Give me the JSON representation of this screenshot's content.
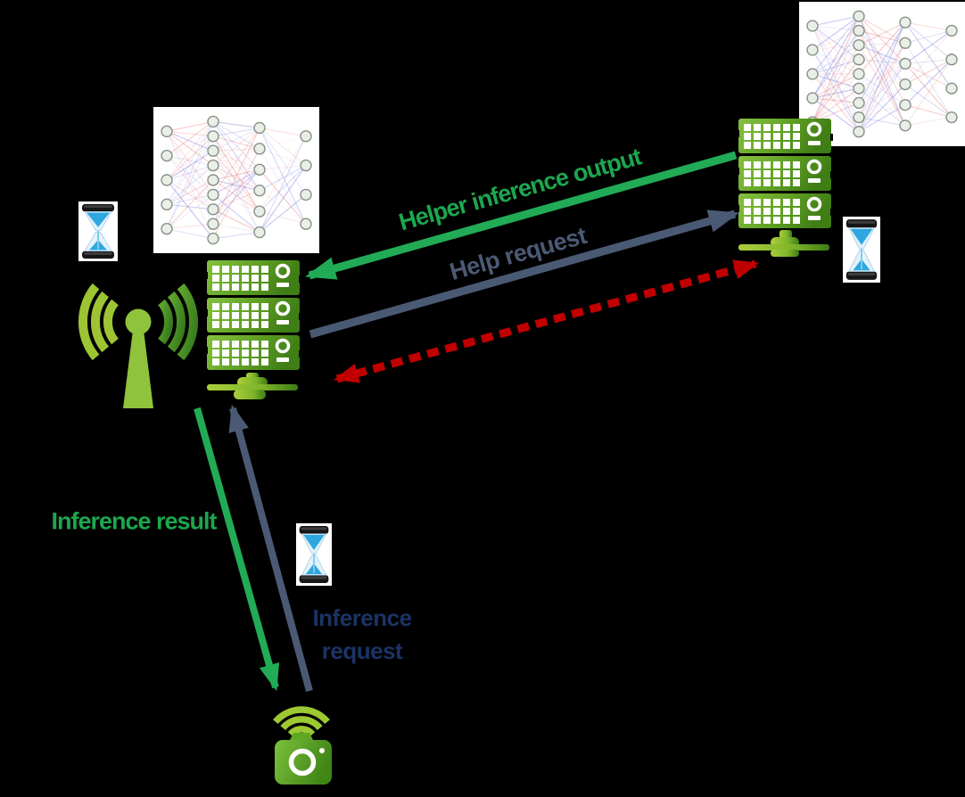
{
  "diagram": {
    "background": "#000000",
    "labels": {
      "helper_inference_output": "Helper inference output",
      "help_request": "Help request",
      "inference_result": "Inference result",
      "inference_request": [
        "Inference",
        "request"
      ]
    },
    "colors": {
      "green_arrow": "#22AB56",
      "green_text": "#1CA74E",
      "slate": "#4B5A74",
      "navy_text": "#1B3365",
      "red_arrow": "#C00000",
      "device_green_light": "#8CC63F",
      "device_green_dark": "#3F7D15",
      "wifi_green": "#9CC832",
      "nn_link_red": "#E87878",
      "nn_link_blue": "#7070DC",
      "nn_node_fill": "#E9EEE6",
      "nn_node_stroke": "#879287"
    },
    "neural_network": {
      "layers": [
        5,
        9,
        6,
        4
      ]
    },
    "icons": {
      "base_station": "antenna-tower-icon",
      "edge_server": "server-stack-icon",
      "helper_server": "server-stack-icon",
      "edge_model": "neural-network-icon",
      "helper_model": "neural-network-icon",
      "edge_latency": "hourglass-icon",
      "helper_latency": "hourglass-icon",
      "device_latency": "hourglass-icon",
      "camera_device": "camera-icon",
      "device_signal": "wifi-waves-icon"
    }
  }
}
